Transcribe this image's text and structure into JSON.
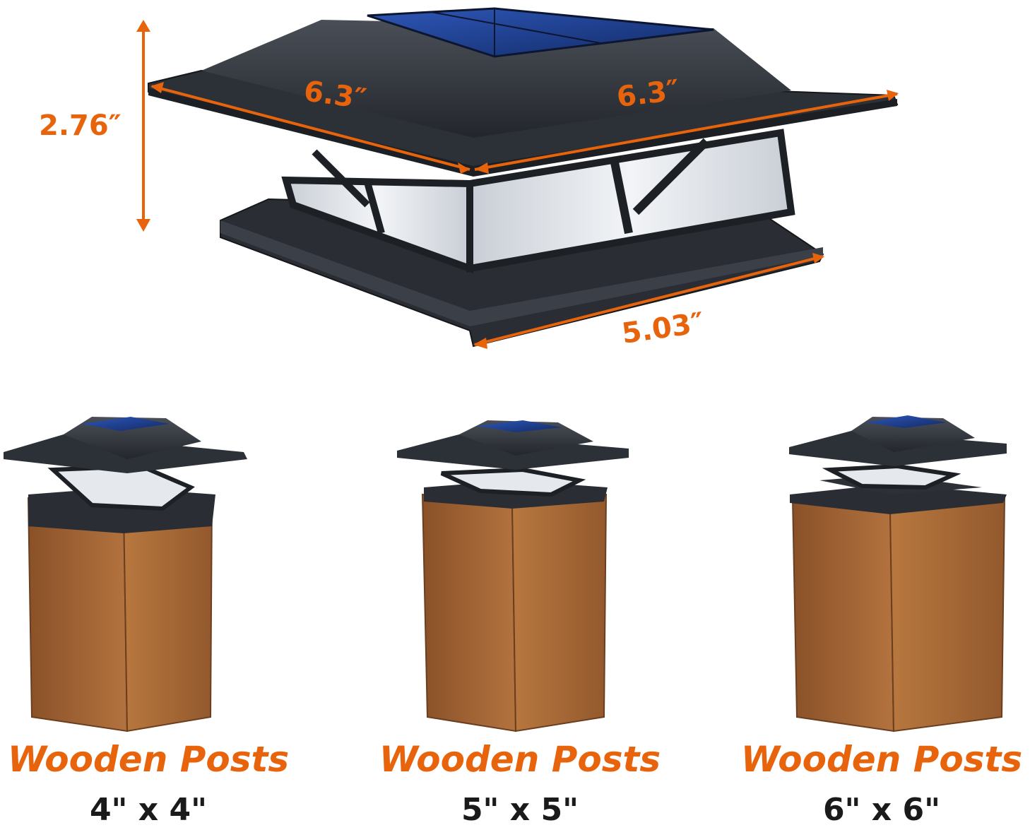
{
  "dimensions": {
    "height": "2.76″",
    "width_left": "6.3″",
    "width_right": "6.3″",
    "base": "5.03″"
  },
  "posts": [
    {
      "title": "Wooden Posts",
      "size": "4\" x 4\""
    },
    {
      "title": "Wooden Posts",
      "size": "5\" x 5\""
    },
    {
      "title": "Wooden Posts",
      "size": "6\" x 6\""
    }
  ],
  "colors": {
    "accent": "#e8640c",
    "cap": "#2b2f36",
    "wood": "#a9693a",
    "glass": "#dfe3e8",
    "solar": "#1f3f8a"
  }
}
